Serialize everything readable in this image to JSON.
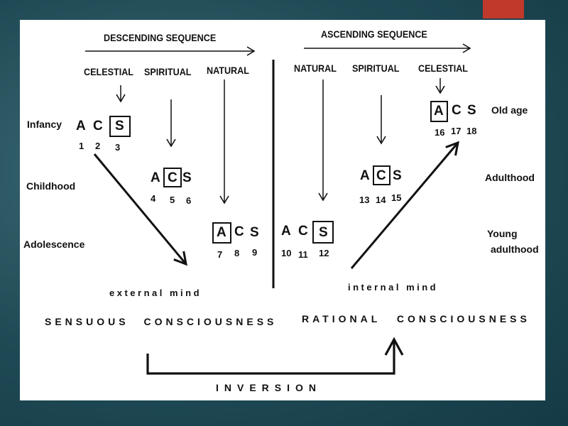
{
  "headers": {
    "descending": "DESCENDING SEQUENCE",
    "ascending": "ASCENDING SEQUENCE"
  },
  "columns_left": {
    "celestial": "CELESTIAL",
    "spiritual": "SPIRITUAL",
    "natural": "NATURAL"
  },
  "columns_right": {
    "natural": "NATURAL",
    "spiritual": "SPIRITUAL",
    "celestial": "CELESTIAL"
  },
  "stages_left": {
    "infancy": "Infancy",
    "childhood": "Childhood",
    "adolescence": "Adolescence"
  },
  "stages_right": {
    "old_age": "Old age",
    "adulthood": "Adulthood",
    "young_1": "Young",
    "young_2": "adulthood"
  },
  "letters": {
    "a": "A",
    "c": "C",
    "s": "S"
  },
  "groups": [
    {
      "nums": [
        "1",
        "2",
        "3"
      ]
    },
    {
      "nums": [
        "4",
        "5",
        "6"
      ]
    },
    {
      "nums": [
        "7",
        "8",
        "9"
      ]
    },
    {
      "nums": [
        "10",
        "11",
        "12"
      ]
    },
    {
      "nums": [
        "13",
        "14",
        "15"
      ]
    },
    {
      "nums": [
        "16",
        "17",
        "18"
      ]
    }
  ],
  "minds": {
    "external": "external mind",
    "internal": "internal mind"
  },
  "consciousness": {
    "sensuous": "SENSUOUS CONSCIOUSNESS",
    "rational": "RATIONAL CONSCIOUSNESS"
  },
  "inversion": "INVERSION",
  "colors": {
    "background": "#1f4a55",
    "panel": "#ffffff",
    "accent": "#c0392b",
    "ink": "#111111"
  }
}
